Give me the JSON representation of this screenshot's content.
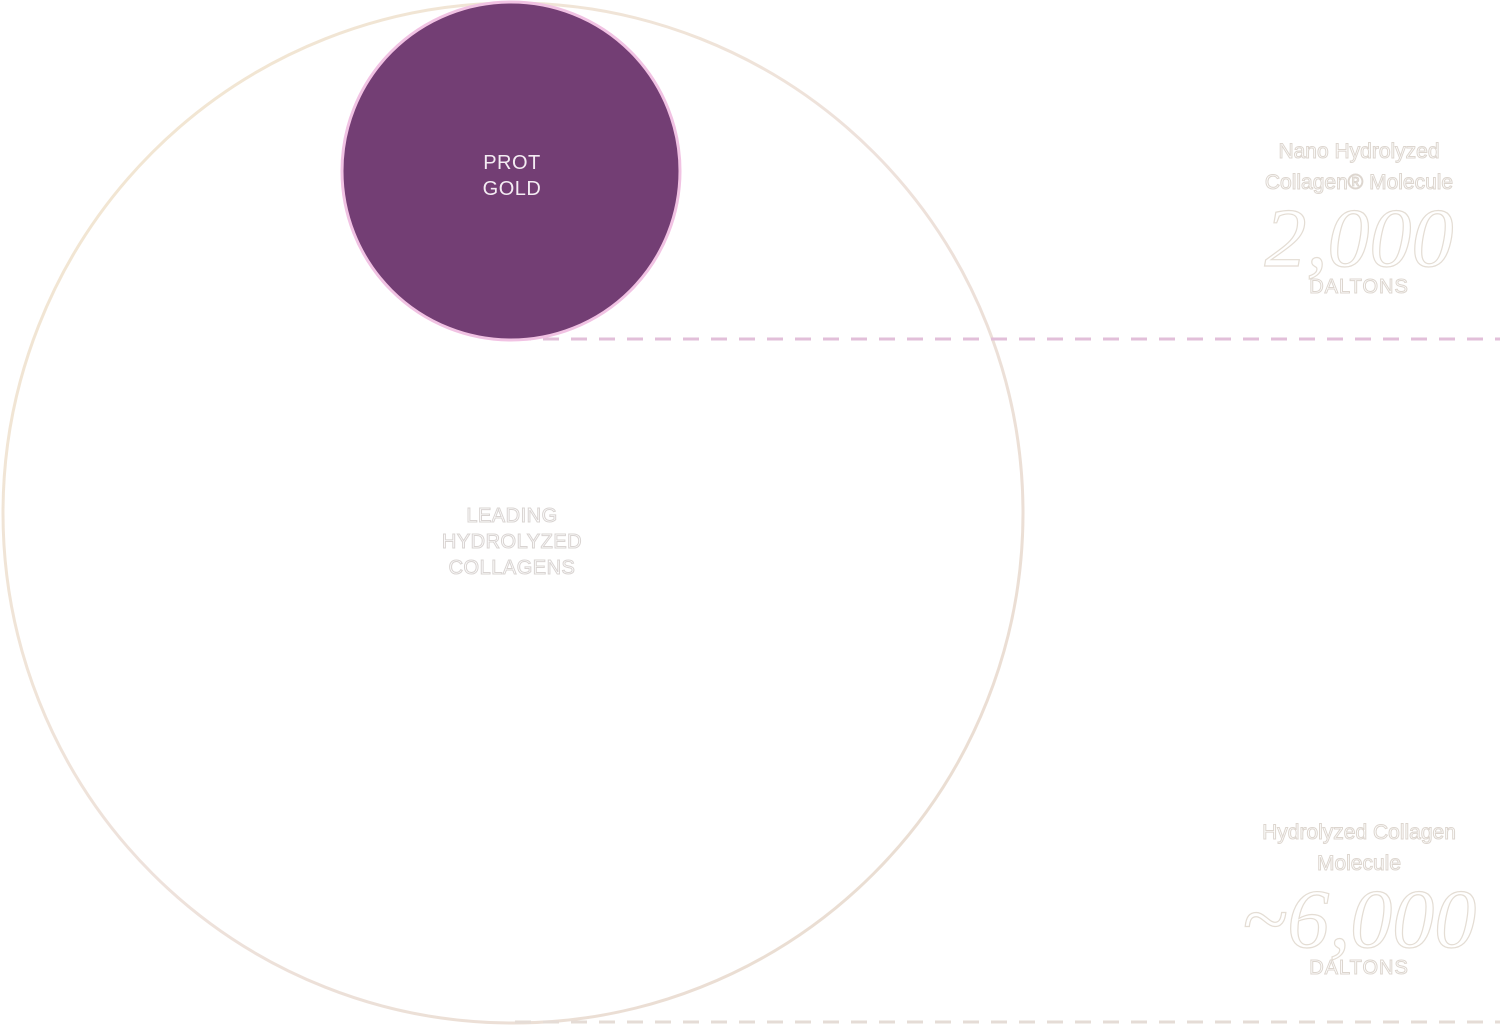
{
  "diagram": {
    "small_circle": {
      "label_lines": [
        "PROT",
        "GOLD"
      ],
      "fill_color": "#733e74",
      "outline_color": "#f1c2e3"
    },
    "large_circle": {
      "label_lines": [
        "LEADING",
        "HYDROLYZED",
        "COLLAGENS"
      ],
      "outline_color": "#e9ddd4"
    },
    "callouts": [
      {
        "title_lines": [
          "Nano Hydrolyzed",
          "Collagen® Molecule"
        ],
        "value": "2,000",
        "unit": "DALTONS",
        "line_color": "#e2bfd9"
      },
      {
        "title_lines": [
          "Hydrolyzed Collagen",
          "Molecule"
        ],
        "value": "~6,000",
        "unit": "DALTONS",
        "line_color": "#e5dcd6"
      }
    ]
  }
}
